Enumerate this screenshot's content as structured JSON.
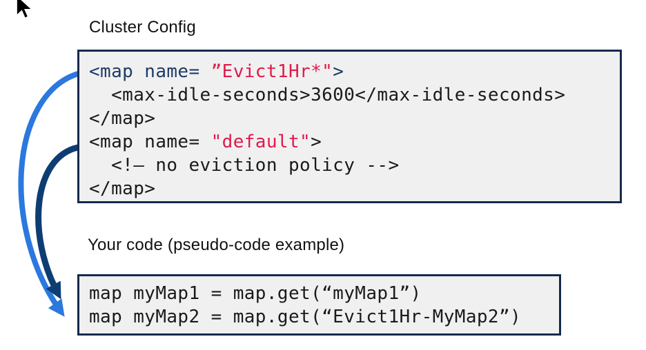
{
  "title": "Cluster Config",
  "subtitle": "Your code (pseudo-code example)",
  "colors": {
    "navy": "#1d3c66",
    "red": "#e01a4b",
    "black": "#1a1a1a",
    "border": "#16294d",
    "box_bg": "#f0f0f1",
    "arrow_blue": "#2b78de",
    "arrow_navy": "#0e3d73",
    "cursor_black": "#000000"
  },
  "config_box": {
    "lines": [
      {
        "segments": [
          {
            "t": "<map name= ",
            "c": "navy"
          },
          {
            "t": "”Evict1Hr*\"",
            "c": "red"
          },
          {
            "t": ">",
            "c": "navy"
          }
        ]
      },
      {
        "segments": [
          {
            "t": "  <max-idle-seconds>3600</max-idle-seconds>",
            "c": "black"
          }
        ]
      },
      {
        "segments": [
          {
            "t": "</map>",
            "c": "black"
          }
        ]
      },
      {
        "segments": [
          {
            "t": "<map name= ",
            "c": "black"
          },
          {
            "t": "\"default\"",
            "c": "red"
          },
          {
            "t": ">",
            "c": "black"
          }
        ]
      },
      {
        "segments": [
          {
            "t": "  <!— no eviction policy -->",
            "c": "black"
          }
        ]
      },
      {
        "segments": [
          {
            "t": "</map>",
            "c": "black"
          }
        ]
      }
    ]
  },
  "code_box": {
    "lines": [
      {
        "segments": [
          {
            "t": "map myMap1 = map.get(“myMap1”)",
            "c": "black"
          }
        ]
      },
      {
        "segments": [
          {
            "t": "map myMap2 = map.get(“Evict1Hr-MyMap2”)",
            "c": "black"
          }
        ]
      }
    ]
  }
}
